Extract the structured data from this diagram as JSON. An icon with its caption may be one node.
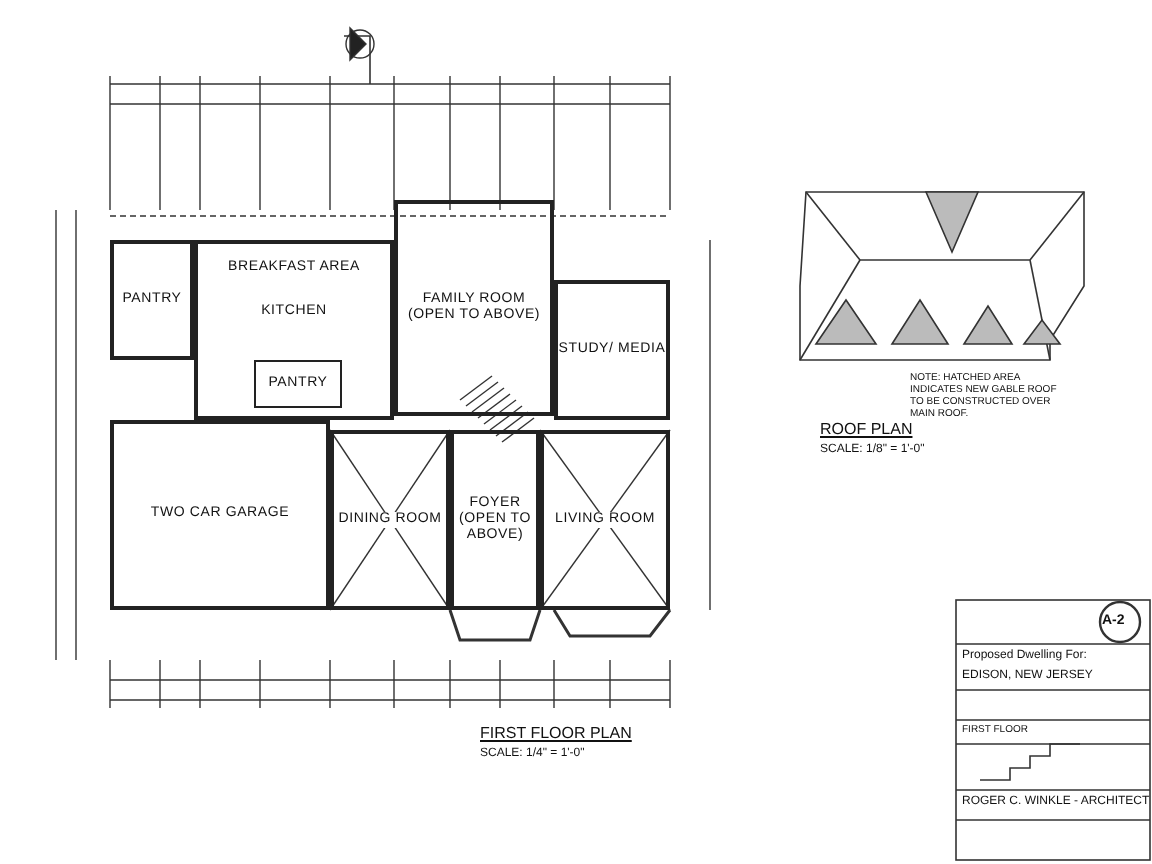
{
  "diagram": {
    "nodes": [
      {
        "text": [
          "PANTRY"
        ]
      },
      {
        "text": [
          "BREAKFAST AREA",
          "KITCHEN"
        ]
      },
      {
        "text": [
          "PANTRY"
        ],
        "in": 1
      },
      {
        "text": [
          "FAMILY ROOM (OPEN TO ABOVE)"
        ]
      },
      {
        "text": [
          "STUDY/ MEDIA"
        ]
      },
      {
        "text": [
          "TWO CAR GARAGE"
        ]
      },
      {
        "text": [
          "DINING ROOM"
        ]
      },
      {
        "text": [
          "FOYER (OPEN TO ABOVE)"
        ]
      },
      {
        "text": [
          "LIVING ROOM"
        ]
      }
    ],
    "edges": [],
    "labels": [
      "FIRST FLOOR PLAN",
      "SCALE: 1/4\" = 1'-0\"",
      "ROOF PLAN",
      "SCALE: 1/8\" = 1'-0\"",
      "NOTE: HATCHED AREA INDICATES NEW GABLE ROOF TO BE CONSTRUCTED OVER MAIN ROOF.",
      "A-2",
      "Proposed Dwelling For:",
      "EDISON, NEW JERSEY",
      "FIRST FLOOR",
      "ROGER C. WINKLE - ARCHITECT"
    ]
  }
}
